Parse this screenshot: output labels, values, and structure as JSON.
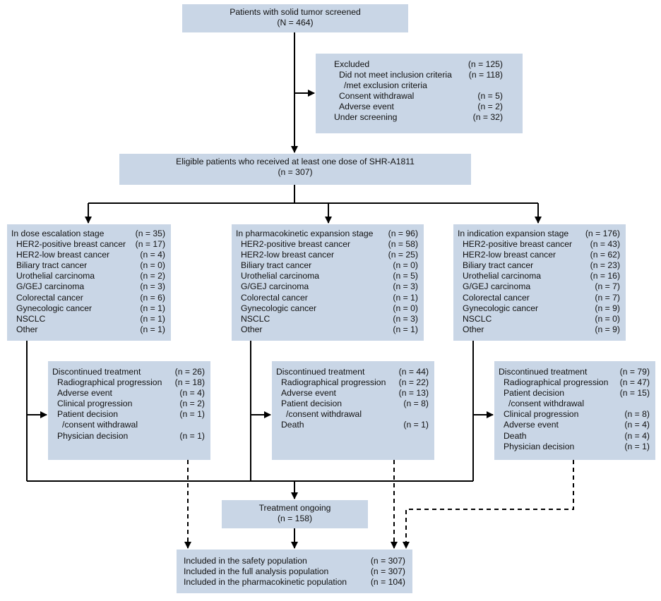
{
  "screened": {
    "title": "Patients with solid tumor screened",
    "n": "(N = 464)"
  },
  "excluded": {
    "rows": [
      {
        "label": "Excluded",
        "value": "(n = 125)",
        "level": 0
      },
      {
        "label": "Did not meet inclusion criteria",
        "value": "(n = 118)",
        "level": 1
      },
      {
        "label": "/met exclusion criteria",
        "value": "",
        "level": 2
      },
      {
        "label": "Consent withdrawal",
        "value": "(n = 5)",
        "level": 1
      },
      {
        "label": "Adverse event",
        "value": "(n = 2)",
        "level": 1
      },
      {
        "label": "Under screening",
        "value": "(n = 32)",
        "level": 0
      }
    ]
  },
  "eligible": {
    "title": "Eligible patients who received at least one dose of SHR-A1811",
    "n": "(n = 307)"
  },
  "stages": [
    {
      "rows": [
        {
          "label": "In dose escalation stage",
          "value": "(n = 35)",
          "level": 0
        },
        {
          "label": "HER2-positive breast cancer",
          "value": "(n = 17)",
          "level": 1
        },
        {
          "label": "HER2-low breast cancer",
          "value": "(n = 4)",
          "level": 1
        },
        {
          "label": "Biliary tract cancer",
          "value": "(n = 0)",
          "level": 1
        },
        {
          "label": "Urothelial carcinoma",
          "value": "(n = 2)",
          "level": 1
        },
        {
          "label": "G/GEJ carcinoma",
          "value": "(n = 3)",
          "level": 1
        },
        {
          "label": "Colorectal cancer",
          "value": "(n = 6)",
          "level": 1
        },
        {
          "label": "Gynecologic cancer",
          "value": "(n = 1)",
          "level": 1
        },
        {
          "label": "NSCLC",
          "value": "(n = 1)",
          "level": 1
        },
        {
          "label": "Other",
          "value": "(n = 1)",
          "level": 1
        }
      ]
    },
    {
      "rows": [
        {
          "label": "In pharmacokinetic expansion stage",
          "value": "(n = 96)",
          "level": 0
        },
        {
          "label": "HER2-positive breast cancer",
          "value": "(n = 58)",
          "level": 1
        },
        {
          "label": "HER2-low breast cancer",
          "value": "(n = 25)",
          "level": 1
        },
        {
          "label": "Biliary tract cancer",
          "value": "(n = 0)",
          "level": 1
        },
        {
          "label": "Urothelial carcinoma",
          "value": "(n = 5)",
          "level": 1
        },
        {
          "label": "G/GEJ carcinoma",
          "value": "(n = 3)",
          "level": 1
        },
        {
          "label": "Colorectal cancer",
          "value": "(n = 1)",
          "level": 1
        },
        {
          "label": "Gynecologic cancer",
          "value": "(n = 0)",
          "level": 1
        },
        {
          "label": "NSCLC",
          "value": "(n = 3)",
          "level": 1
        },
        {
          "label": "Other",
          "value": "(n = 1)",
          "level": 1
        }
      ]
    },
    {
      "rows": [
        {
          "label": "In indication expansion stage",
          "value": "(n = 176)",
          "level": 0
        },
        {
          "label": "HER2-positive breast cancer",
          "value": "(n = 43)",
          "level": 1
        },
        {
          "label": "HER2-low breast cancer",
          "value": "(n = 62)",
          "level": 1
        },
        {
          "label": "Biliary tract cancer",
          "value": "(n = 23)",
          "level": 1
        },
        {
          "label": "Urothelial carcinoma",
          "value": "(n = 16)",
          "level": 1
        },
        {
          "label": "G/GEJ carcinoma",
          "value": "(n = 7)",
          "level": 1
        },
        {
          "label": "Colorectal cancer",
          "value": "(n = 7)",
          "level": 1
        },
        {
          "label": "Gynecologic cancer",
          "value": "(n = 9)",
          "level": 1
        },
        {
          "label": "NSCLC",
          "value": "(n = 0)",
          "level": 1
        },
        {
          "label": "Other",
          "value": "(n = 9)",
          "level": 1
        }
      ]
    }
  ],
  "discontinued": [
    {
      "rows": [
        {
          "label": "Discontinued treatment",
          "value": "(n = 26)",
          "level": 0
        },
        {
          "label": "Radiographical progression",
          "value": "(n = 18)",
          "level": 1
        },
        {
          "label": "Adverse event",
          "value": "(n = 4)",
          "level": 1
        },
        {
          "label": "Clinical progression",
          "value": "(n = 2)",
          "level": 1
        },
        {
          "label": "Patient decision",
          "value": "(n = 1)",
          "level": 1
        },
        {
          "label": "/consent withdrawal",
          "value": "",
          "level": 2
        },
        {
          "label": "Physician decision",
          "value": "(n = 1)",
          "level": 1
        }
      ]
    },
    {
      "rows": [
        {
          "label": "Discontinued treatment",
          "value": "(n = 44)",
          "level": 0
        },
        {
          "label": "Radiographical progression",
          "value": "(n = 22)",
          "level": 1
        },
        {
          "label": "Adverse event",
          "value": "(n = 13)",
          "level": 1
        },
        {
          "label": "Patient decision",
          "value": "(n = 8)",
          "level": 1
        },
        {
          "label": "/consent withdrawal",
          "value": "",
          "level": 2
        },
        {
          "label": "Death",
          "value": "(n = 1)",
          "level": 1
        }
      ]
    },
    {
      "rows": [
        {
          "label": "Discontinued treatment",
          "value": "(n = 79)",
          "level": 0
        },
        {
          "label": "Radiographical progression",
          "value": "(n = 47)",
          "level": 1
        },
        {
          "label": "Patient decision",
          "value": "(n = 15)",
          "level": 1
        },
        {
          "label": "/consent withdrawal",
          "value": "",
          "level": 2
        },
        {
          "label": "Clinical progression",
          "value": "(n = 8)",
          "level": 1
        },
        {
          "label": "Adverse event",
          "value": "(n = 4)",
          "level": 1
        },
        {
          "label": "Death",
          "value": "(n = 4)",
          "level": 1
        },
        {
          "label": "Physician decision",
          "value": "(n = 1)",
          "level": 1
        }
      ]
    }
  ],
  "ongoing": {
    "title": "Treatment ongoing",
    "n": "(n = 158)"
  },
  "populations": {
    "rows": [
      {
        "label": "Included in the safety population",
        "value": "(n = 307)",
        "level": 0
      },
      {
        "label": "Included in the full analysis population",
        "value": "(n = 307)",
        "level": 0
      },
      {
        "label": "Included in the pharmacokinetic population",
        "value": "(n = 104)",
        "level": 0
      }
    ]
  },
  "colors": {
    "box_fill": "#c9d6e6",
    "line": "#000000",
    "text": "#111111"
  }
}
